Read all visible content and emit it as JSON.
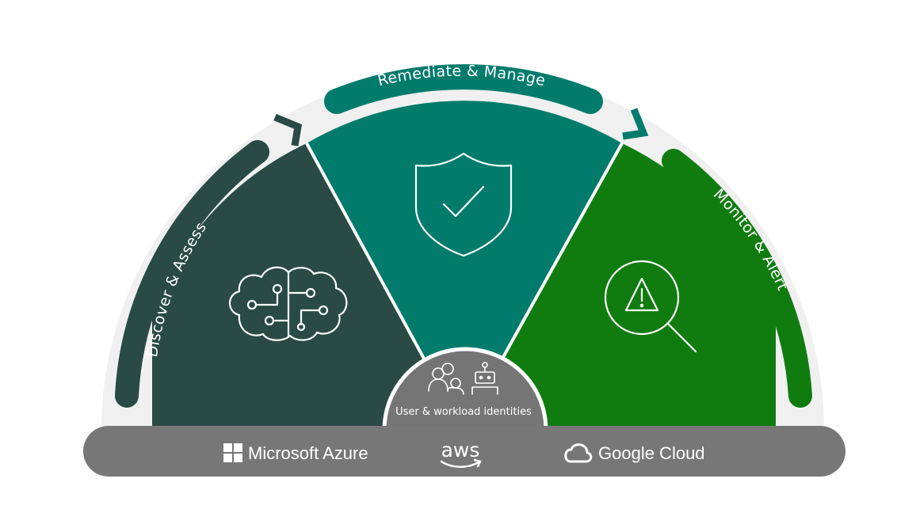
{
  "phases": {
    "discover": {
      "label": "Discover & Assess",
      "icon": "brain-circuit-icon",
      "color": "#2a4b45"
    },
    "remediate": {
      "label": "Remediate & Manage",
      "icon": "shield-check-icon",
      "color": "#007b6c"
    },
    "monitor": {
      "label": "Monitor & Alert",
      "icon": "magnifier-warning-icon",
      "color": "#107c10"
    }
  },
  "center": {
    "label": "User & workload identities",
    "icons": [
      "users-icon",
      "robot-icon"
    ],
    "color": "#757575"
  },
  "platforms": {
    "azure": {
      "label": "Microsoft Azure",
      "icon": "windows-logo-icon"
    },
    "aws": {
      "label": "aws",
      "icon": "aws-smile-icon"
    },
    "google": {
      "label": "Google Cloud",
      "icon": "cloud-icon"
    }
  },
  "colors": {
    "bar": "#777777",
    "ring": "#f0f0f0"
  }
}
